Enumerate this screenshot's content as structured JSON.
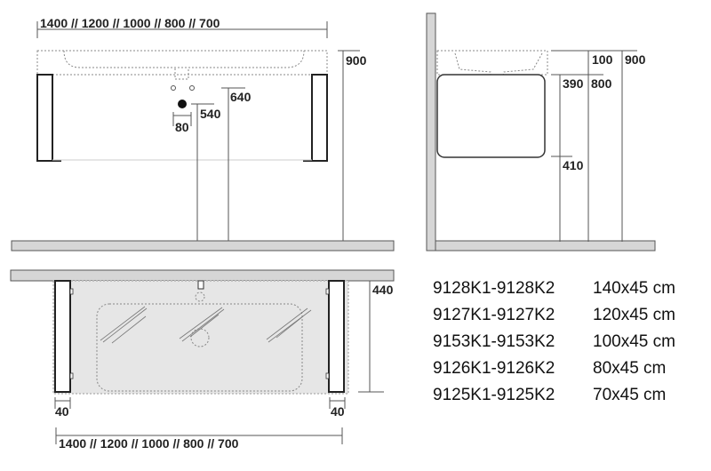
{
  "front_view": {
    "width_label": "1400 // 1200 // 1000 // 800 // 700",
    "height_total": "900",
    "drain_height": "540",
    "supply_height": "640",
    "drain_spacing": "80"
  },
  "side_view": {
    "basin_depth": "100",
    "total_height": "900",
    "cabinet_height": "390",
    "cabinet_top": "800",
    "cabinet_bottom": "410"
  },
  "top_view": {
    "depth": "440",
    "left_panel": "40",
    "right_panel": "40",
    "width_label": "1400 // 1200 // 1000 // 800 // 700"
  },
  "products": [
    {
      "code": "9128K1-9128K2",
      "size": "140x45 cm"
    },
    {
      "code": "9127K1-9127K2",
      "size": "120x45 cm"
    },
    {
      "code": "9153K1-9153K2",
      "size": "100x45 cm"
    },
    {
      "code": "9126K1-9126K2",
      "size": "80x45 cm"
    },
    {
      "code": "9125K1-9125K2",
      "size": "70x45 cm"
    }
  ]
}
